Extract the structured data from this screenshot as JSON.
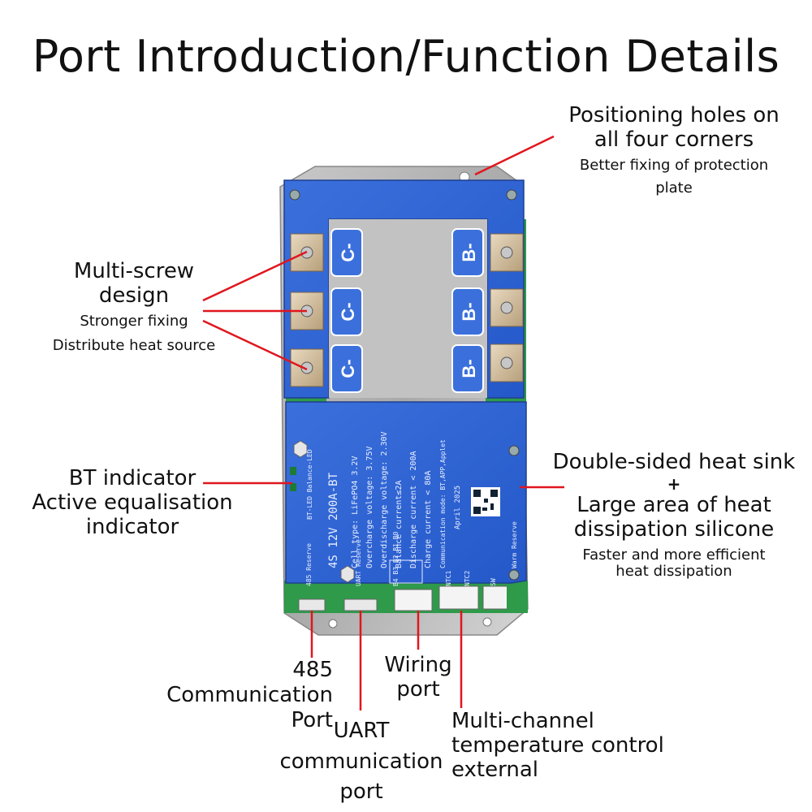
{
  "title": "Port Introduction/Function Details",
  "labels": {
    "positioning": {
      "line1": "Positioning holes on",
      "line2": "all four corners",
      "sub1": "Better fixing of protection",
      "sub2": "plate"
    },
    "multiscrew": {
      "line1": "Multi-screw",
      "line2": "design",
      "sub1": "Stronger fixing",
      "sub2": "Distribute heat source"
    },
    "bt": {
      "line1": "BT indicator",
      "line2": "Active equalisation",
      "line3": "indicator"
    },
    "heatsink": {
      "line1": "Double-sided heat sink",
      "plus": "+",
      "line2": "Large area of heat",
      "line3": "dissipation silicone",
      "sub1": "Faster and more efficient",
      "sub2": "heat dissipation"
    },
    "port485": {
      "line1": "485",
      "line2": "Communication",
      "line3": "Port"
    },
    "uart": {
      "line1": "UART",
      "line2": "communication",
      "line3": "port"
    },
    "wiring": {
      "line1": "Wiring",
      "line2": "port"
    },
    "temp": {
      "line1": "Multi-channel",
      "line2": "temperature control",
      "line3": "external"
    }
  },
  "board": {
    "c_label": "C-",
    "b_label": "B-",
    "spec_title": "4S 12V 200A-BT",
    "specs": [
      "Cell type: LiFePO4 3.2V",
      "Overcharge voltage: 3.75V",
      "Overdischarge voltage: 2.30V",
      "Balance current≤2A",
      "Discharge current < 200A",
      "Charge current < 80A",
      "Communication mode: BT,APP,Applet",
      "April 2025"
    ],
    "led_label": "BT-LED Balance-LED",
    "warm_label": "Warm Reserve",
    "port_labels": [
      "485 Reserve",
      "UART Reserve",
      "B4 B3 B2 B1 B0",
      "NTC1",
      "NTC2",
      "SW"
    ]
  }
}
